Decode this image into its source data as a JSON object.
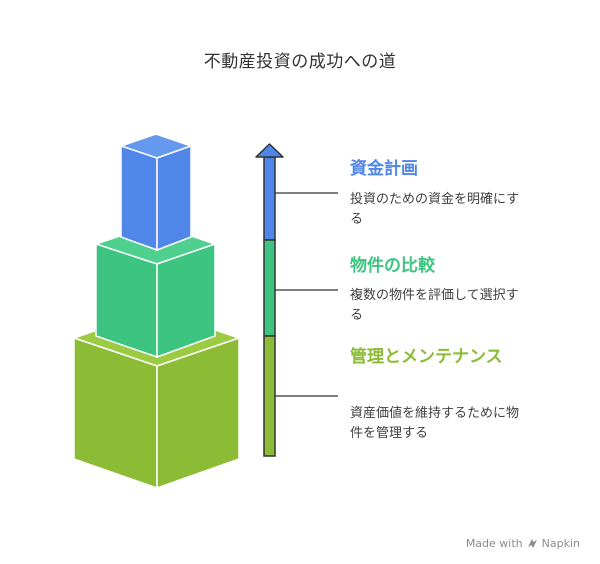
{
  "title": "不動産投資の成功への道",
  "colors": {
    "blue": "#4f86e8",
    "green": "#3cc480",
    "olive": "#8cbb35",
    "text_dark": "#333333"
  },
  "stages": [
    {
      "heading": "資金計画",
      "description": "投資のための資金を明確にする",
      "color": "#4f86e8"
    },
    {
      "heading": "物件の比較",
      "description": "複数の物件を評価して選択する",
      "color": "#3cc480"
    },
    {
      "heading": "管理とメンテナンス",
      "description": "資産価値を維持するために物件を管理する",
      "color": "#8cbb35"
    }
  ],
  "footer": {
    "made_with": "Made with",
    "brand": "Napkin",
    "icon": "napkin-logo-icon"
  }
}
